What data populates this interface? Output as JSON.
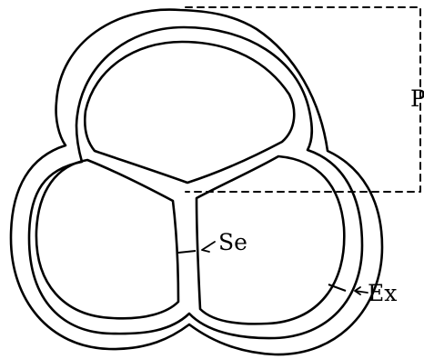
{
  "diagram": {
    "labels": {
      "se": "Se",
      "ex": "Ex",
      "p": "P"
    },
    "colors": {
      "stroke": "#000000",
      "background": "#ffffff"
    }
  }
}
